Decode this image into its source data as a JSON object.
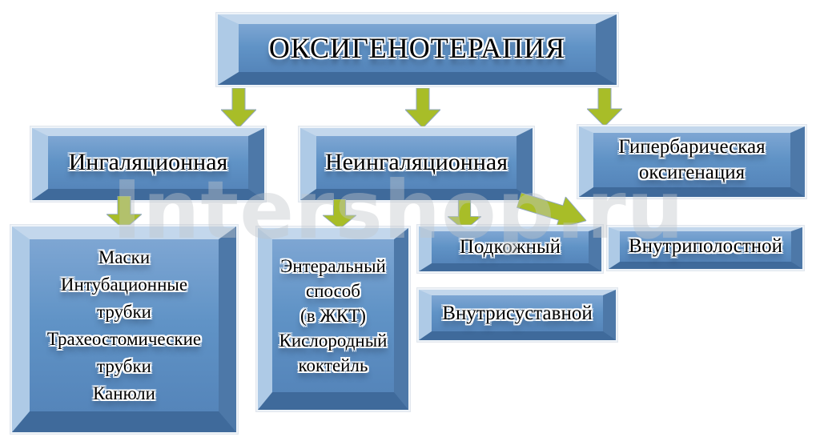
{
  "diagram": {
    "watermark": "Intershop.ru",
    "colors": {
      "box_face": "#6093c6",
      "bevel_light": "#b5cde8",
      "bevel_dark": "#3f6a9b",
      "arrow_fill": "#a8bd28",
      "arrow_outline": "#8fa6bf",
      "text": "#000000",
      "text_halo": "#ffffff",
      "background": "#ffffff"
    },
    "icons": [
      "arrow-down-icon",
      "arrow-down-right-icon"
    ],
    "nodes": {
      "root": {
        "label": "ОКСИГЕНОТЕРАПИЯ"
      },
      "inhalation": {
        "label": "Ингаляционная"
      },
      "non_inhalation": {
        "label": "Неингаляционная"
      },
      "hyperbaric": {
        "lines": [
          "Гипербарическая",
          "оксигенация"
        ]
      },
      "inhalation_devices": {
        "lines": [
          "Маски",
          "Интубационные",
          "трубки",
          "Трахеостомические",
          "трубки",
          "Канюли"
        ]
      },
      "enteral": {
        "lines": [
          "Энтеральный",
          "способ",
          "(в ЖКТ)",
          "Кислородный",
          "коктейль"
        ]
      },
      "subcutaneous": {
        "label": "Подкожный"
      },
      "intracavitary": {
        "label": "Внутриполостной"
      },
      "intraarticular": {
        "label": "Внутрисуставной"
      }
    },
    "edges": [
      {
        "from": "root",
        "to": "inhalation"
      },
      {
        "from": "root",
        "to": "non_inhalation"
      },
      {
        "from": "root",
        "to": "hyperbaric"
      },
      {
        "from": "inhalation",
        "to": "inhalation_devices"
      },
      {
        "from": "non_inhalation",
        "to": "enteral"
      },
      {
        "from": "non_inhalation",
        "to": "subcutaneous"
      },
      {
        "from": "non_inhalation",
        "to": "intracavitary"
      }
    ]
  }
}
